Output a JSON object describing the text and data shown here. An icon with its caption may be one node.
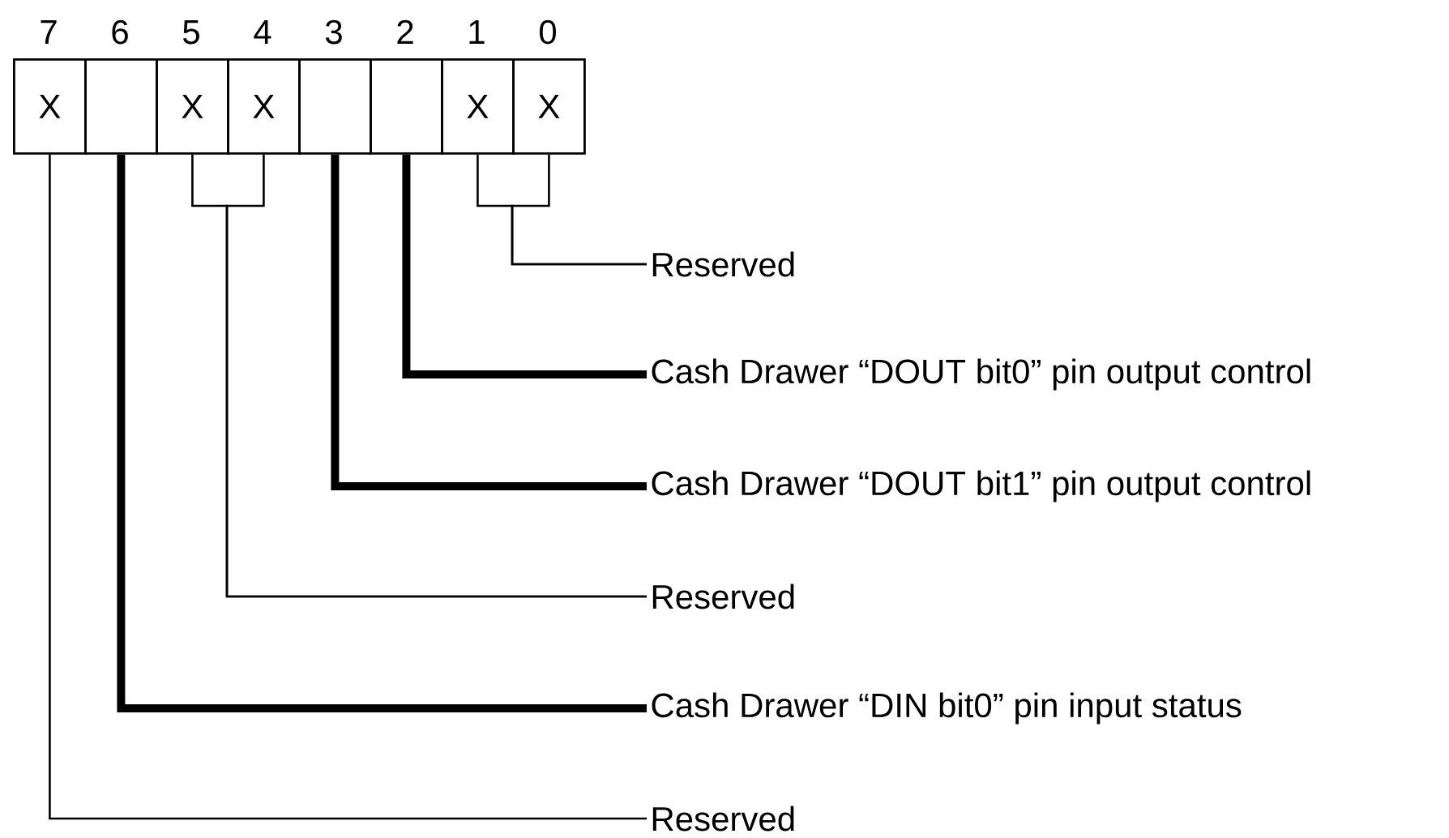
{
  "diagram": {
    "nodes": [
      {
        "text": [
          "X"
        ],
        "beside": [
          "7"
        ]
      },
      {
        "text": [],
        "shape": "box",
        "beside": [
          "6"
        ]
      },
      {
        "text": [
          "X"
        ],
        "beside": [
          "5"
        ]
      },
      {
        "text": [
          "X"
        ],
        "beside": [
          "4"
        ]
      },
      {
        "text": [],
        "shape": "box",
        "beside": [
          "3"
        ]
      },
      {
        "text": [],
        "shape": "box",
        "beside": [
          "2"
        ]
      },
      {
        "text": [
          "X"
        ],
        "beside": [
          "1"
        ]
      },
      {
        "text": [
          "X"
        ],
        "beside": [
          "0"
        ]
      },
      {
        "text": [
          "Reserved"
        ]
      },
      {
        "text": [
          "Cash Drawer “DOUT bit0” pin output control"
        ]
      },
      {
        "text": [
          "Cash Drawer “DOUT bit1” pin output control"
        ]
      },
      {
        "text": [
          "Reserved"
        ]
      },
      {
        "text": [
          "Cash Drawer “DIN bit0” pin input status"
        ]
      },
      {
        "text": [
          "Reserved"
        ]
      }
    ],
    "edges": [
      {
        "from": 6,
        "to": 8,
        "arrow": "none"
      },
      {
        "from": 7,
        "to": 8,
        "arrow": "none"
      },
      {
        "from": 5,
        "to": 9,
        "arrow": "none",
        "style": "thick"
      },
      {
        "from": 4,
        "to": 10,
        "arrow": "none",
        "style": "thick"
      },
      {
        "from": 2,
        "to": 11,
        "arrow": "none"
      },
      {
        "from": 3,
        "to": 11,
        "arrow": "none"
      },
      {
        "from": 1,
        "to": 12,
        "arrow": "none",
        "style": "thick"
      },
      {
        "from": 0,
        "to": 13,
        "arrow": "none"
      }
    ]
  }
}
